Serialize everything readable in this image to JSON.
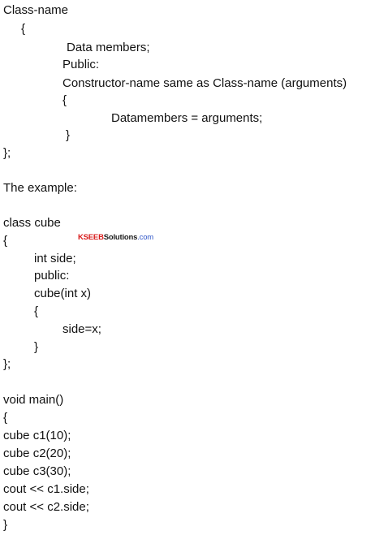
{
  "syntax": {
    "line1": "Class-name",
    "line2": "{",
    "line3": "Data members;",
    "line4": "Public:",
    "line5": "Constructor-name same as Class-name (arguments)",
    "line6": "{",
    "line7": "Datamembers = arguments;",
    "line8": "}",
    "line9": "};"
  },
  "example_heading": "The example:",
  "class_code": {
    "line1": "class cube",
    "line2": "{",
    "line3": "int side;",
    "line4": "public:",
    "line5": "cube(int x)",
    "line6": "{",
    "line7": "side=x;",
    "line8": "}",
    "line9": "};"
  },
  "main_code": {
    "line1": "void main()",
    "line2": "{",
    "line3": "cube c1(10);",
    "line4": "cube c2(20);",
    "line5": "cube c3(30);",
    "line6": "cout << c1.side;",
    "line7": "cout << c2.side;",
    "line8": "}"
  },
  "watermark": {
    "part1": "KSEEB",
    "part2": "Solutions",
    "part3": ".com",
    "colors": {
      "part1": "#d81b1b",
      "part2": "#1b1b1b",
      "part3": "#2e55c8"
    }
  }
}
